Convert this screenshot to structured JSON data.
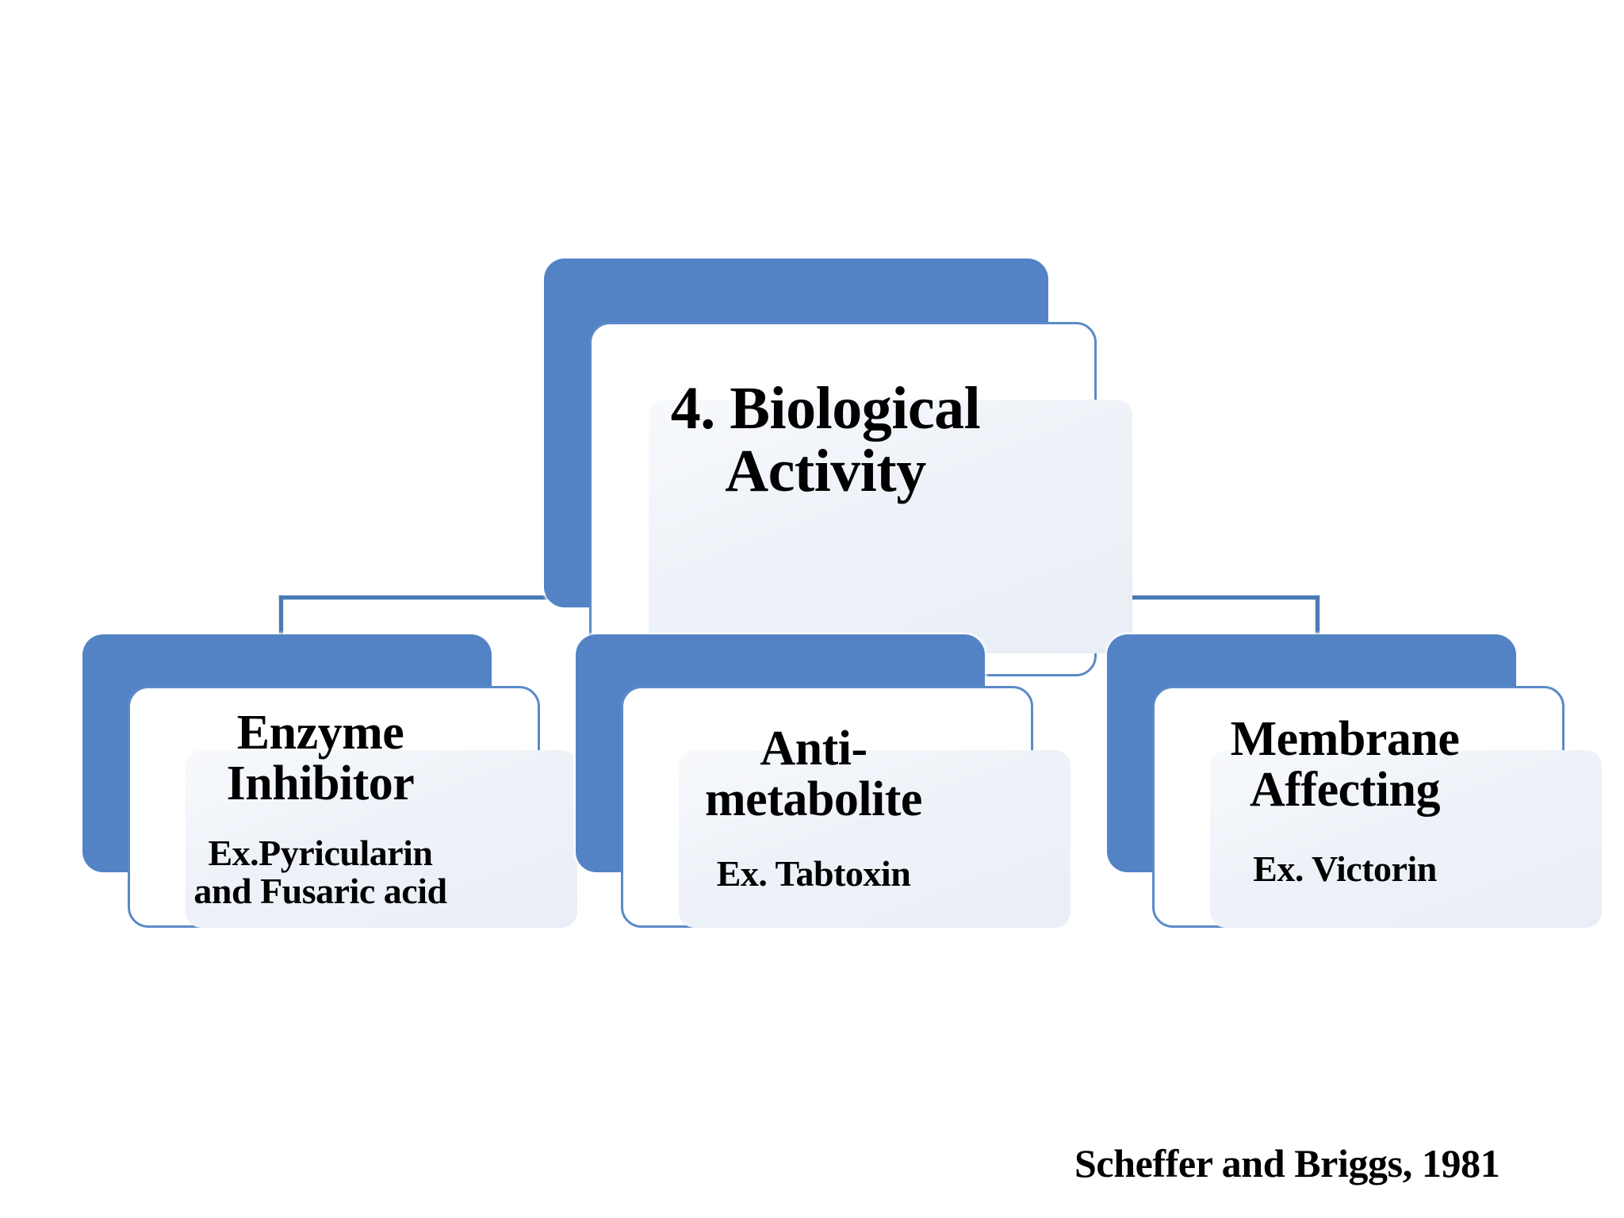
{
  "slide": {
    "background_color": "#ffffff",
    "accent_color": "#5383c5",
    "border_color": "#5b8ac6",
    "connector_color": "#4a7ab5",
    "text_color": "#000000"
  },
  "diagram": {
    "type": "hierarchy",
    "root": {
      "title": "4. Biological\nActivity"
    },
    "children": [
      {
        "title": "Enzyme\nInhibitor",
        "example": "Ex.Pyricularin\nand Fusaric acid"
      },
      {
        "title": "Anti-\nmetabolite",
        "example": "Ex. Tabtoxin"
      },
      {
        "title": "Membrane\nAffecting",
        "example": "Ex. Victorin"
      }
    ]
  },
  "citation": {
    "text": "Scheffer and Briggs, 1981"
  }
}
